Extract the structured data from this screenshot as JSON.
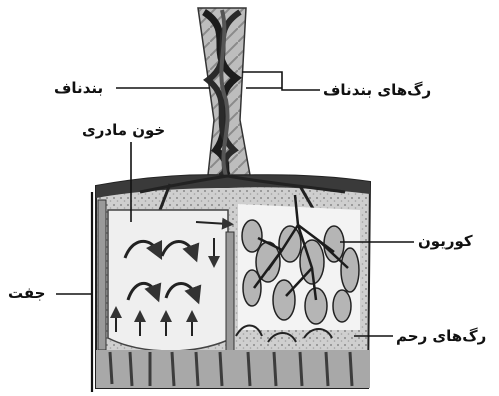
{
  "labels": {
    "umbilical_cord": "بندناف",
    "umbilical_vessels": "رگ‌های بندناف",
    "maternal_blood": "خون مادری",
    "chorion": "کوریون",
    "placenta": "جفت",
    "uterine_vessels": "رگ‌های رحم"
  }
}
